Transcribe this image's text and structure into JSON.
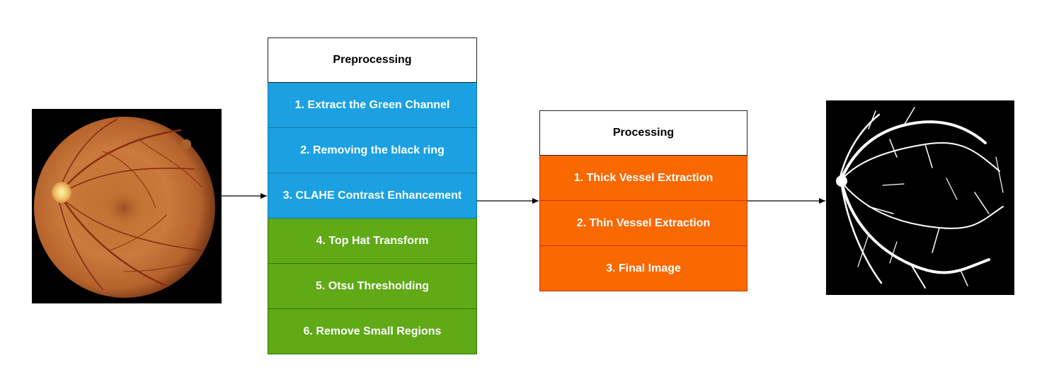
{
  "colors": {
    "preprocessing_blue": "#1ba1e2",
    "preprocessing_green": "#60a917",
    "processing_orange": "#fa6800"
  },
  "preprocessing": {
    "title": "Preprocessing",
    "steps": [
      "1. Extract the Green Channel",
      "2. Removing the black ring",
      "3. CLAHE Contrast Enhancement",
      "4. Top Hat Transform",
      "5. Otsu Thresholding",
      "6. Remove Small Regions"
    ]
  },
  "processing": {
    "title": "Processing",
    "steps": [
      "1. Thick Vessel Extraction",
      "2. Thin Vessel Extraction",
      "3. Final Image"
    ]
  },
  "images": {
    "input": "retinal fundus photograph",
    "output": "segmented retinal vessel map"
  }
}
